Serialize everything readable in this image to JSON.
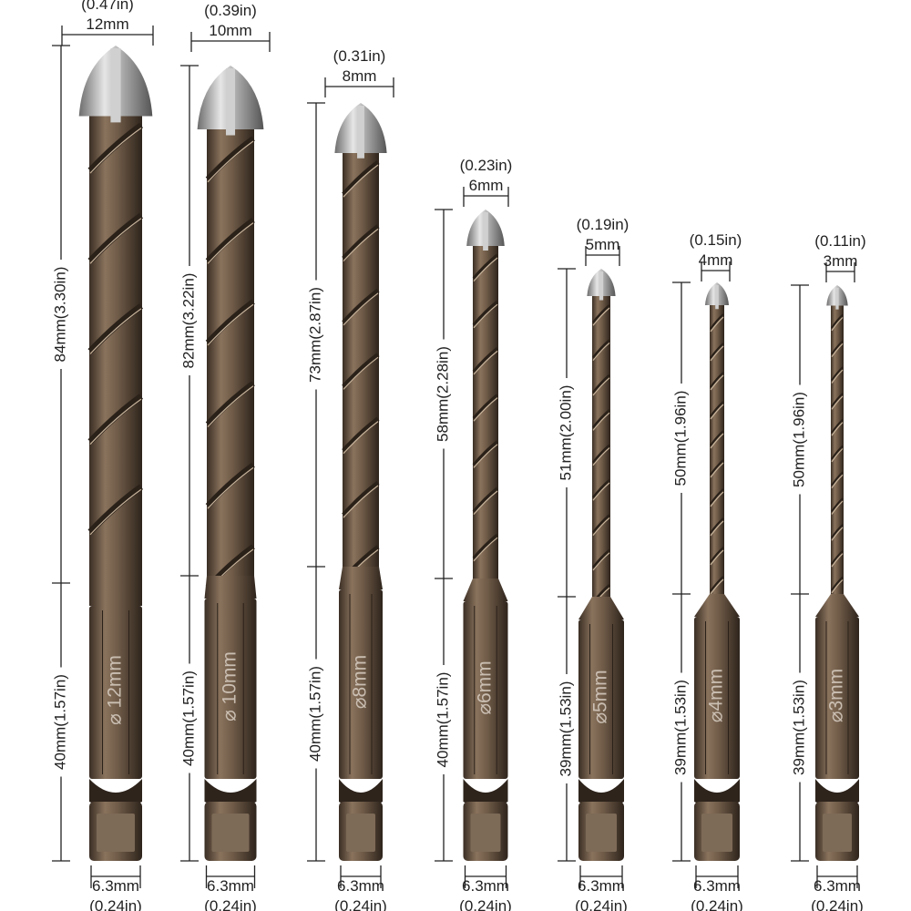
{
  "bits": [
    {
      "diameter_mm": "12mm",
      "diameter_in": "(0.47in)",
      "flute_length": "84mm(3.30in)",
      "shank_length": "40mm(1.57in)",
      "shank_mark": "⌀ 12mm",
      "hex_mm": "6.3mm",
      "hex_in": "(0.24in)"
    },
    {
      "diameter_mm": "10mm",
      "diameter_in": "(0.39in)",
      "flute_length": "82mm(3.22in)",
      "shank_length": "40mm(1.57in)",
      "shank_mark": "⌀ 10mm",
      "hex_mm": "6.3mm",
      "hex_in": "(0.24in)"
    },
    {
      "diameter_mm": "8mm",
      "diameter_in": "(0.31in)",
      "flute_length": "73mm(2.87in)",
      "shank_length": "40mm(1.57in)",
      "shank_mark": "⌀8mm",
      "hex_mm": "6.3mm",
      "hex_in": "(0.24in)"
    },
    {
      "diameter_mm": "6mm",
      "diameter_in": "(0.23in)",
      "flute_length": "58mm(2.28in)",
      "shank_length": "40mm(1.57in)",
      "shank_mark": "⌀6mm",
      "hex_mm": "6.3mm",
      "hex_in": "(0.24in)"
    },
    {
      "diameter_mm": "5mm",
      "diameter_in": "(0.19in)",
      "flute_length": "51mm(2.00in)",
      "shank_length": "39mm(1.53in)",
      "shank_mark": "⌀5mm",
      "hex_mm": "6.3mm",
      "hex_in": "(0.24in)"
    },
    {
      "diameter_mm": "4mm",
      "diameter_in": "(0.15in)",
      "flute_length": "50mm(1.96in)",
      "shank_length": "39mm(1.53in)",
      "shank_mark": "⌀4mm",
      "hex_mm": "6.3mm",
      "hex_in": "(0.24in)"
    },
    {
      "diameter_mm": "3mm",
      "diameter_in": "(0.11in)",
      "flute_length": "50mm(1.96in)",
      "shank_length": "39mm(1.53in)",
      "shank_mark": "⌀3mm",
      "hex_mm": "6.3mm",
      "hex_in": "(0.24in)"
    }
  ],
  "colors": {
    "bit_body": "#6e5a47",
    "bit_dark": "#3a2e24",
    "bit_light": "#a8937c",
    "carbide_tip": "#b9b9b9",
    "dimension_lines": "#222222"
  }
}
